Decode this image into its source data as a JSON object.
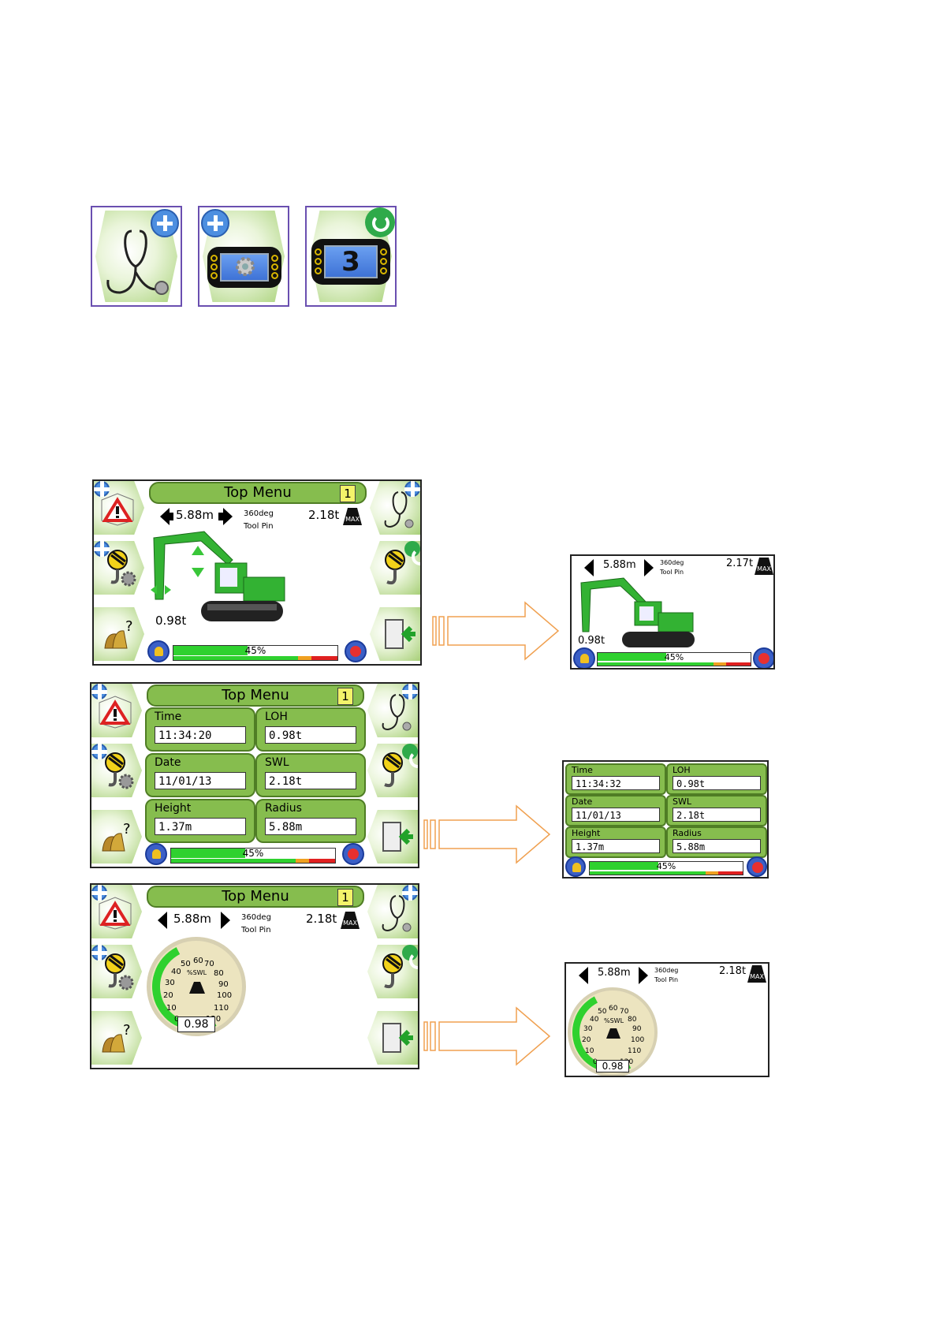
{
  "top_icons": [
    {
      "name": "stethoscope-plus",
      "badge": "plus"
    },
    {
      "name": "settings-display-plus",
      "badge": "plus"
    },
    {
      "name": "display-3-refresh",
      "badge": "refresh",
      "display_number": "3"
    }
  ],
  "screen1": {
    "title": "Top Menu",
    "page": "1",
    "radius": "5.88m",
    "rotation": "360deg",
    "tool": "Tool Pin",
    "max_load": "2.18t",
    "max_label": "MAX",
    "load": "0.98t",
    "progress_label": "45%",
    "progress": 0.45
  },
  "screen1_full": {
    "radius": "5.88m",
    "rotation": "360deg",
    "tool": "Tool Pin",
    "max_load": "2.17t",
    "max_label": "MAX",
    "load": "0.98t",
    "progress_label": "45%",
    "progress": 0.45
  },
  "screen2": {
    "title": "Top Menu",
    "page": "1",
    "time_label": "Time",
    "time": "11:34:20",
    "loh_label": "LOH",
    "loh": "0.98t",
    "date_label": "Date",
    "date": "11/01/13",
    "swl_label": "SWL",
    "swl": "2.18t",
    "height_label": "Height",
    "height": "1.37m",
    "radius_label": "Radius",
    "radius": "5.88m",
    "progress_label": "45%",
    "progress": 0.45
  },
  "screen2_full": {
    "time_label": "Time",
    "time": "11:34:32",
    "loh_label": "LOH",
    "loh": "0.98t",
    "date_label": "Date",
    "date": "11/01/13",
    "swl_label": "SWL",
    "swl": "2.18t",
    "height_label": "Height",
    "height": "1.37m",
    "radius_label": "Radius",
    "radius": "5.88m",
    "progress_label": "45%",
    "progress": 0.45
  },
  "screen3": {
    "title": "Top Menu",
    "page": "1",
    "radius": "5.88m",
    "rotation": "360deg",
    "tool": "Tool Pin",
    "max_load": "2.18t",
    "max_label": "MAX",
    "gauge_unit": "%SWL",
    "gauge_ticks": [
      "0",
      "10",
      "20",
      "30",
      "40",
      "50",
      "60",
      "70",
      "80",
      "90",
      "100",
      "110",
      "120"
    ],
    "gauge_value": "0.98"
  },
  "screen3_full": {
    "radius": "5.88m",
    "rotation": "360deg",
    "tool": "Tool Pin",
    "max_load": "2.18t",
    "max_label": "MAX",
    "gauge_unit": "%SWL",
    "gauge_ticks": [
      "0",
      "10",
      "20",
      "30",
      "40",
      "50",
      "60",
      "70",
      "80",
      "90",
      "100",
      "110",
      "120"
    ],
    "gauge_value": "0.98"
  },
  "colors": {
    "accent_green": "#86bd4e",
    "arrow_orange": "#f0a050",
    "icon_border": "#6a4fb0"
  }
}
